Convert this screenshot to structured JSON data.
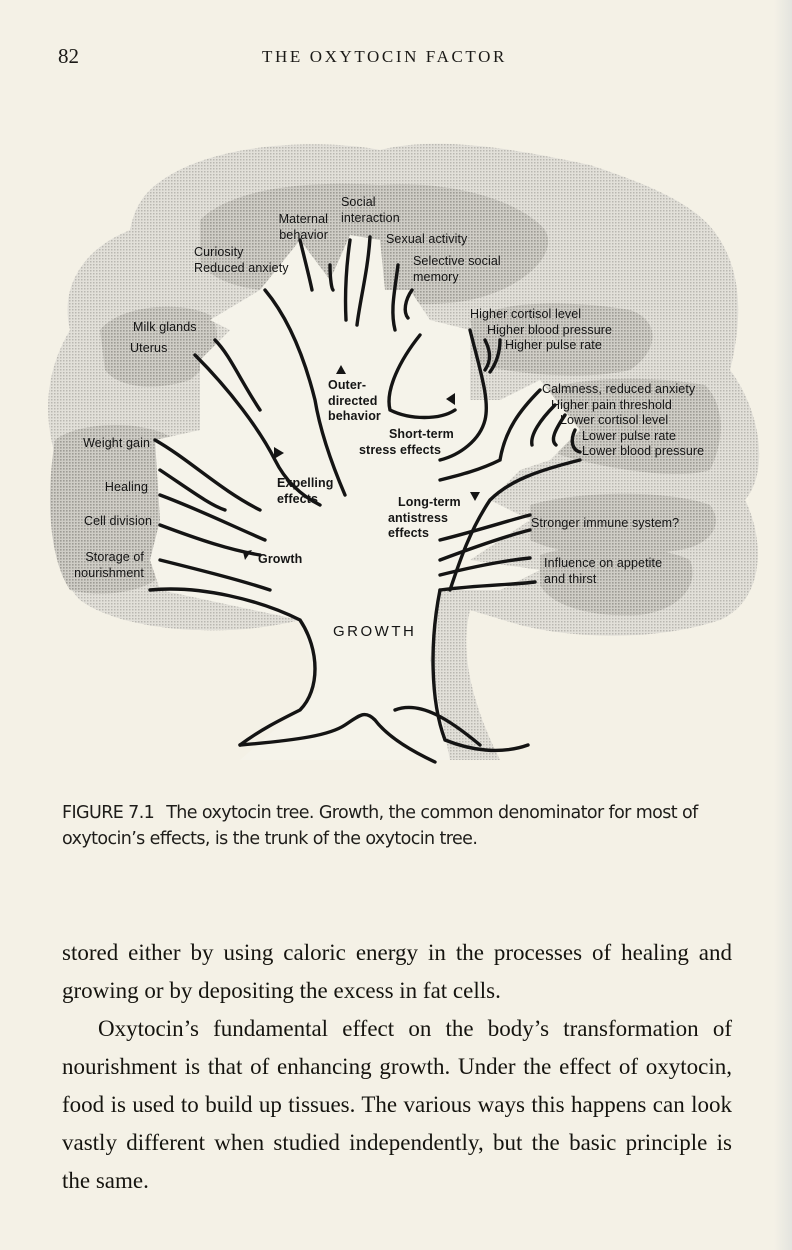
{
  "running_head": {
    "page_number": "82",
    "book_title": "THE OXYTOCIN FACTOR"
  },
  "figure": {
    "trunk_label": "GROWTH",
    "labels": {
      "social_interaction": [
        "Social",
        "interaction"
      ],
      "maternal_behavior": [
        "Maternal",
        "behavior"
      ],
      "sexual_activity": [
        "Sexual activity"
      ],
      "curiosity": [
        "Curiosity",
        "Reduced anxiety"
      ],
      "selective_social_memory": [
        "Selective social",
        "memory"
      ],
      "milk_glands": [
        "Milk glands"
      ],
      "uterus": [
        "Uterus"
      ],
      "higher_stress": [
        "Higher cortisol level",
        "Higher blood pressure",
        "Higher pulse rate"
      ],
      "outer_directed": [
        "Outer-",
        "directed",
        "behavior"
      ],
      "short_term": [
        "Short-term",
        "stress effects"
      ],
      "calmness": [
        "Calmness, reduced anxiety",
        "Higher pain threshold",
        "Lower cortisol level",
        "Lower pulse rate",
        "Lower blood pressure"
      ],
      "weight_gain": [
        "Weight gain"
      ],
      "expelling": [
        "Expelling",
        "effects"
      ],
      "healing": [
        "Healing"
      ],
      "long_term": [
        "Long-term",
        "antistress",
        "effects"
      ],
      "cell_division": [
        "Cell division"
      ],
      "immune": [
        "Stronger immune system?"
      ],
      "storage": [
        "Storage of",
        "nourishment"
      ],
      "growth_branch": [
        "Growth"
      ],
      "appetite": [
        "Influence on appetite",
        "and thirst"
      ]
    }
  },
  "caption": {
    "figure_label": "FIGURE 7.1",
    "text": "The oxytocin tree. Growth, the common denominator for most of oxytocin’s effects, is the trunk of the oxytocin tree."
  },
  "body": {
    "paragraphs": [
      "stored either by using caloric energy in the processes of healing and growing or by depositing the excess in fat cells.",
      "Oxytocin’s fundamental effect on the body’s transformation of nourishment is that of enhancing growth. Under the effect of oxytocin, food is used to build up tissues. The various ways this happens can look vastly different when studied independently, but the basic principle is the same."
    ]
  },
  "colors": {
    "paper": "#f4f1e6",
    "shade_light": "#d9d7d0",
    "shade_dark": "#bdbbb5",
    "ink": "#151515"
  }
}
